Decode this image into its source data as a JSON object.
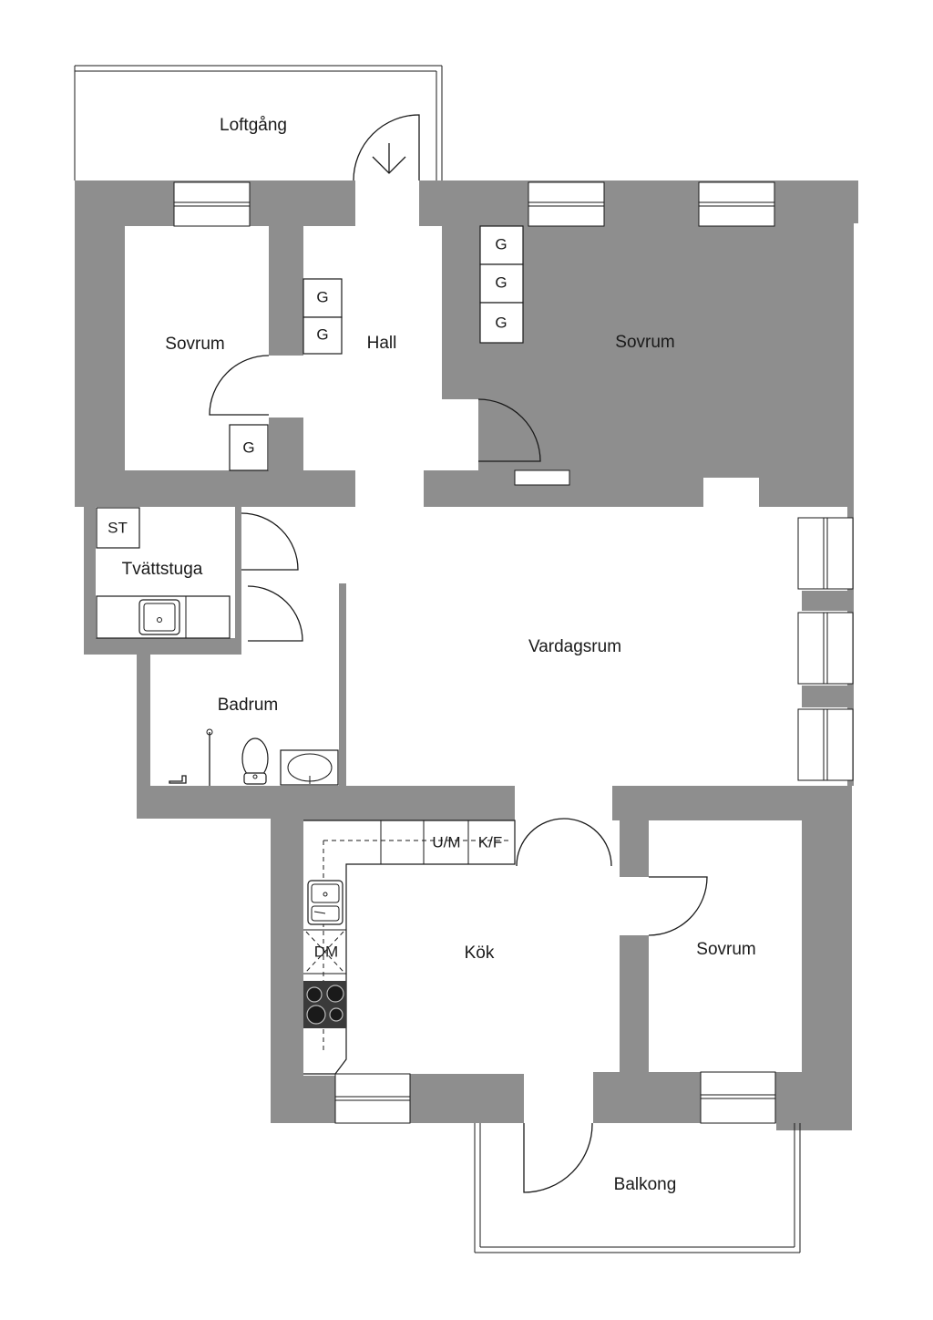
{
  "rooms": {
    "loftgang": "Loftgång",
    "sovrum_nw": "Sovrum",
    "hall": "Hall",
    "sovrum_ne": "Sovrum",
    "tvattstuga": "Tvättstuga",
    "badrum": "Badrum",
    "vardagsrum": "Vardagsrum",
    "kok": "Kök",
    "sovrum_se": "Sovrum",
    "balkong": "Balkong"
  },
  "fixtures": {
    "wardrobe": "G",
    "storage": "ST",
    "dishwasher": "DM",
    "fridge_freezer": "K/F",
    "oven_microwave": "U/M"
  },
  "colors": {
    "wall": "#8e8e8e",
    "line": "#1a1a1a",
    "background": "#ffffff"
  }
}
